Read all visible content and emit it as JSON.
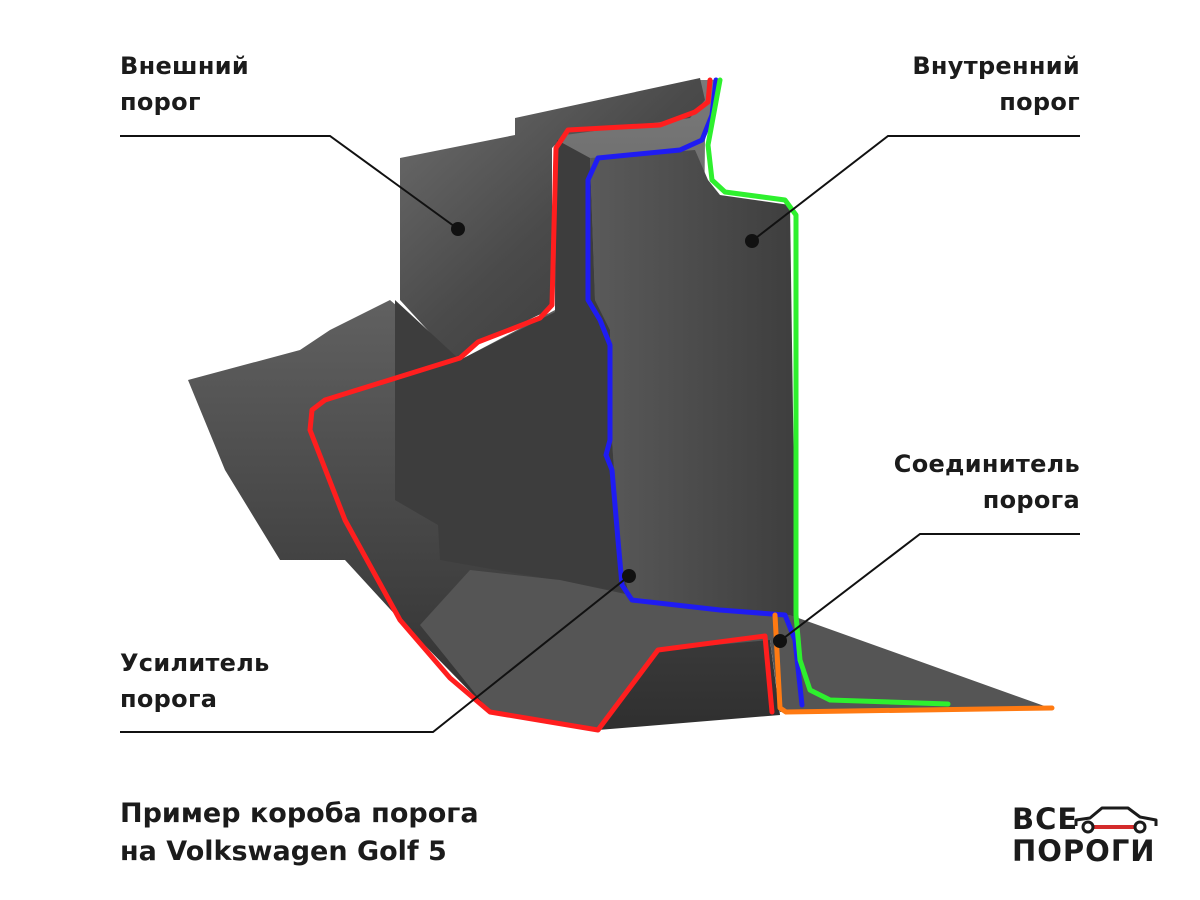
{
  "labels": {
    "outer_sill": "Внешний\nпорог",
    "inner_sill": "Внутренний\nпорог",
    "connector": "Соединитель\nпорога",
    "reinforcement": "Усилитель\nпорога"
  },
  "caption": {
    "line1": "Пример короба порога",
    "line2": "на Volkswagen Golf 5"
  },
  "logo": {
    "top": "ВСЕ",
    "bottom": "ПОРОГИ",
    "accent": "#d42b2b"
  },
  "colors": {
    "outer_profile": "#ff1e1e",
    "reinforcement_profile": "#1f1cf2",
    "inner_profile": "#2ef02e",
    "connector_profile": "#ff7a12",
    "metal": "#4a4a4a"
  }
}
